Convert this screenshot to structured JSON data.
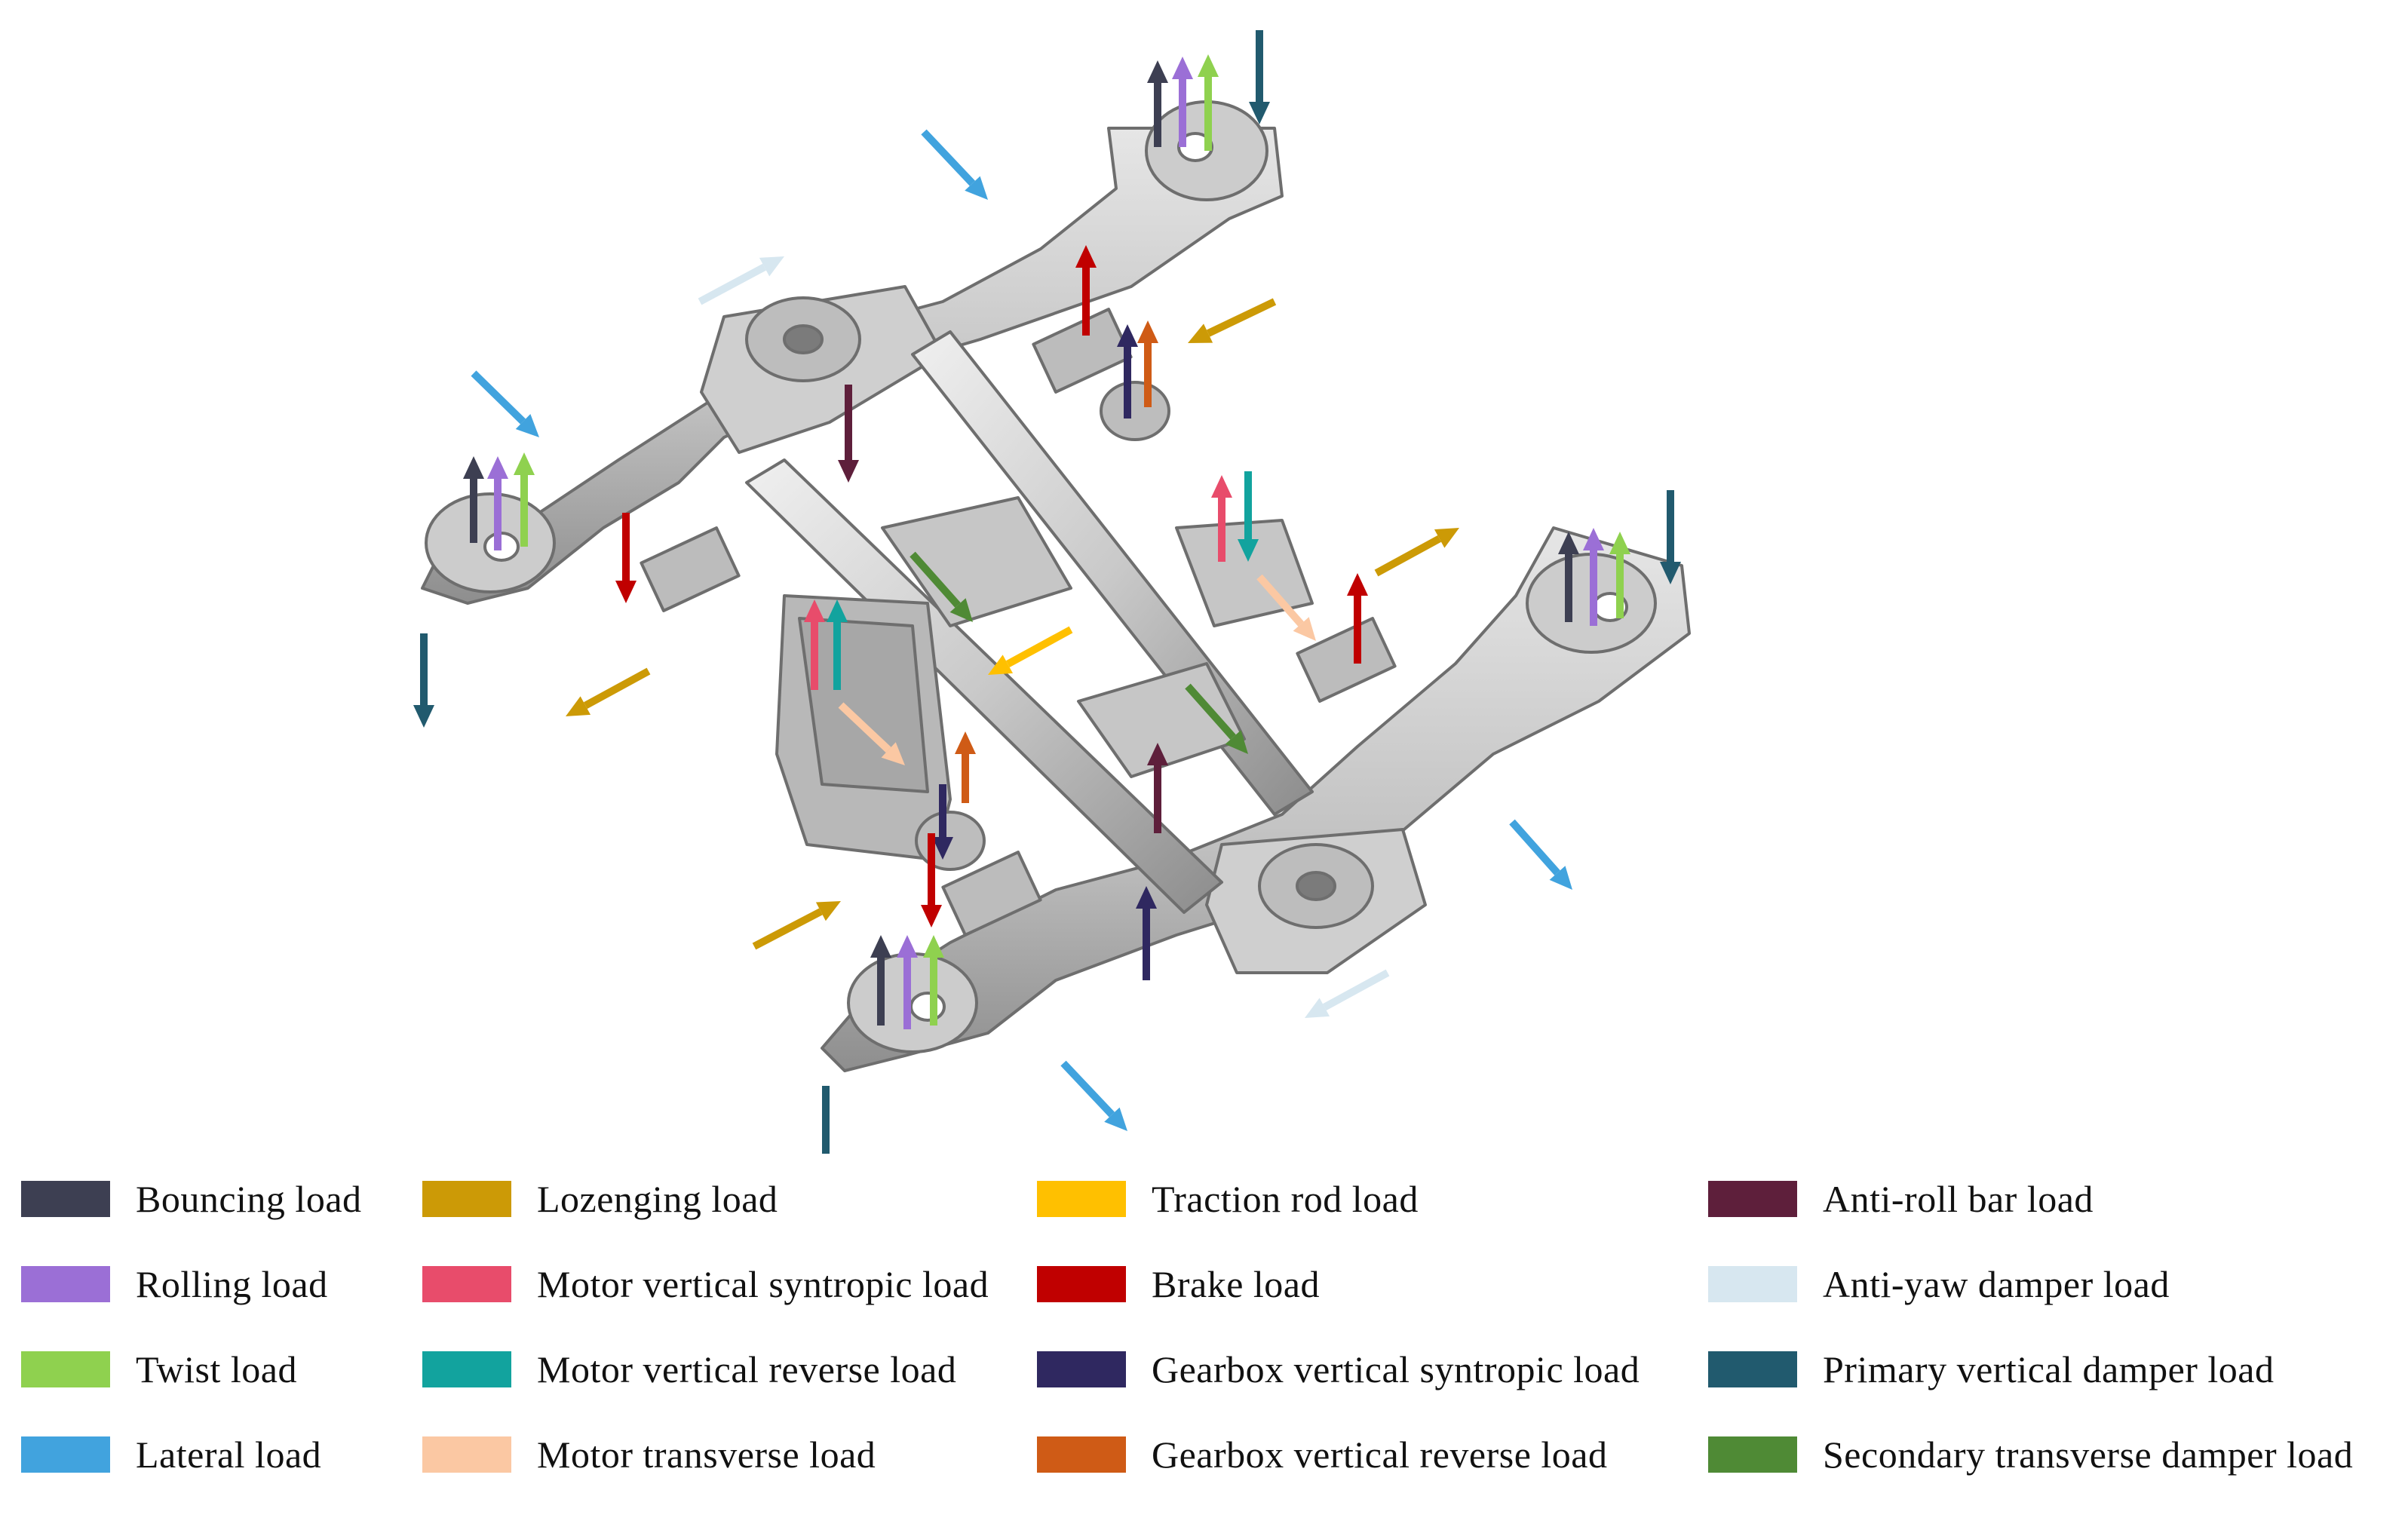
{
  "colors": {
    "bouncing": "#3d3f52",
    "rolling": "#9b6fd6",
    "twist": "#8fd14f",
    "lateral": "#41a3de",
    "lozenging": "#cc9a06",
    "motor_vertical_syntropic": "#e84c6b",
    "motor_vertical_reverse": "#12a39e",
    "motor_transverse": "#fbc8a3",
    "traction_rod": "#ffc000",
    "brake": "#c00000",
    "gearbox_vertical_syntropic": "#2f2860",
    "gearbox_vertical_reverse": "#cf5b16",
    "anti_roll_bar": "#5e1f3b",
    "anti_yaw_damper": "#d7e7f0",
    "primary_vertical_damper": "#215a6e",
    "secondary_transverse_damper": "#4f8a35",
    "frame_light": "#d9d9d9",
    "frame_mid": "#b5b5b5",
    "frame_dark": "#8a8a8a"
  },
  "legend": [
    {
      "key": "bouncing",
      "label": "Bouncing load"
    },
    {
      "key": "rolling",
      "label": "Rolling load"
    },
    {
      "key": "twist",
      "label": "Twist load"
    },
    {
      "key": "lateral",
      "label": "Lateral load"
    },
    {
      "key": "lozenging",
      "label": "Lozenging load"
    },
    {
      "key": "motor_vertical_syntropic",
      "label": "Motor vertical syntropic load"
    },
    {
      "key": "motor_vertical_reverse",
      "label": "Motor vertical reverse load"
    },
    {
      "key": "motor_transverse",
      "label": "Motor transverse load"
    },
    {
      "key": "traction_rod",
      "label": "Traction rod load"
    },
    {
      "key": "brake",
      "label": "Brake load"
    },
    {
      "key": "gearbox_vertical_syntropic",
      "label": "Gearbox vertical syntropic load"
    },
    {
      "key": "gearbox_vertical_reverse",
      "label": "Gearbox vertical reverse load"
    },
    {
      "key": "anti_roll_bar",
      "label": "Anti-roll bar load"
    },
    {
      "key": "anti_yaw_damper",
      "label": "Anti-yaw damper load"
    },
    {
      "key": "primary_vertical_damper",
      "label": "Primary vertical damper load"
    },
    {
      "key": "secondary_transverse_damper",
      "label": "Secondary transverse damper load"
    }
  ]
}
